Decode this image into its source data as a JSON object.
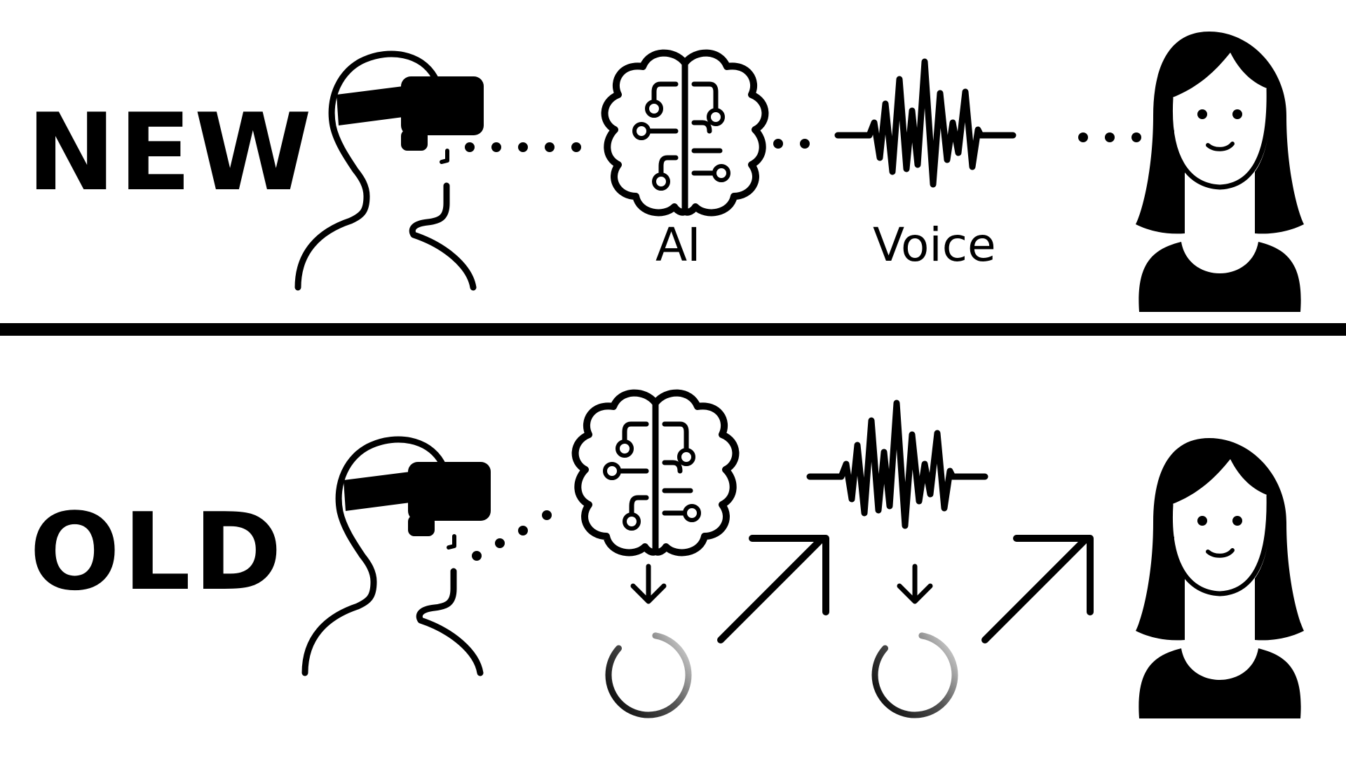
{
  "labels": {
    "new": "NEW",
    "old": "OLD",
    "ai": "AI",
    "voice": "Voice"
  },
  "colors": {
    "ink": "#000000",
    "background": "#ffffff"
  },
  "icons": [
    "vr-user-icon",
    "ai-brain-icon",
    "voice-waveform-icon",
    "woman-avatar-icon",
    "down-arrow-icon",
    "loading-spinner-icon",
    "diagonal-arrow-icon"
  ]
}
